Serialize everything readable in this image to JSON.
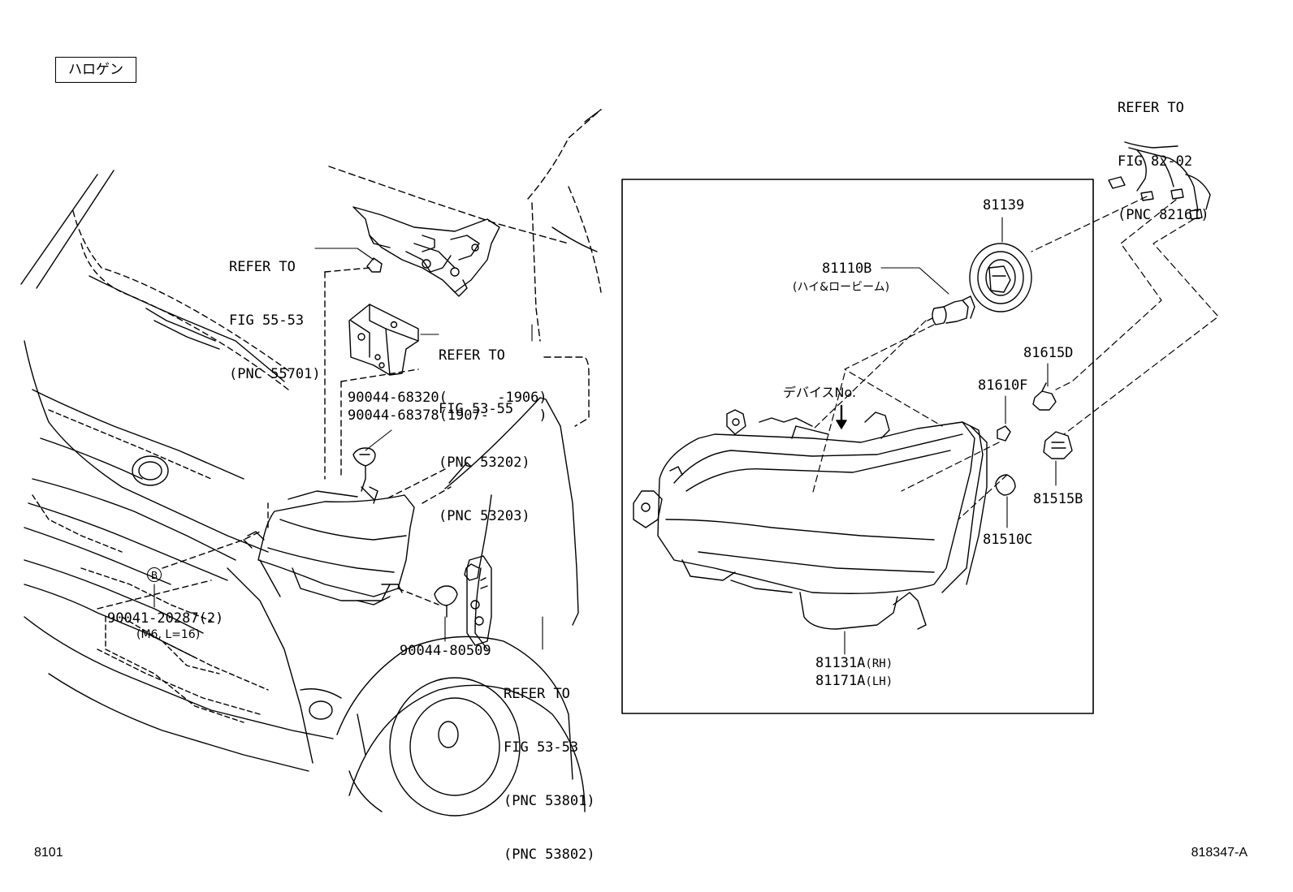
{
  "variant_tag": "ハロゲン",
  "figure_number": "8101",
  "illustration_code": "818347-A",
  "callouts": {
    "refer_55_53": [
      "REFER TO",
      "FIG 55-53",
      "(PNC 55701)"
    ],
    "refer_53_55": [
      "REFER TO",
      "FIG 53-55",
      "(PNC 53202)",
      "(PNC 53203)"
    ],
    "refer_53_53": [
      "REFER TO",
      "FIG 53-53",
      "(PNC 53801)",
      "(PNC 53802)"
    ],
    "refer_82_02": [
      "REFER TO",
      "FIG 82-02",
      "(PNC 82161)"
    ],
    "nut_a": "90044-68320(      -1906)",
    "nut_b": "90044-68378(1907-      )",
    "bolt": "90041-20287(2)",
    "bolt_spec": "(M6, L=16)",
    "clip": "90044-80509",
    "circle_marker": "B"
  },
  "parts": {
    "socket_cover": "81139",
    "bulb": "81110B",
    "bulb_note": "(ハイ&ロービーム)",
    "device_no": "デバイスNo.",
    "bulb_small_d": "81615D",
    "bulb_small_f": "81610F",
    "socket_b": "81515B",
    "socket_c": "81510C",
    "lamp_rh": "81131A",
    "lamp_rh_side": "(RH)",
    "lamp_lh": "81171A",
    "lamp_lh_side": "(LH)"
  }
}
